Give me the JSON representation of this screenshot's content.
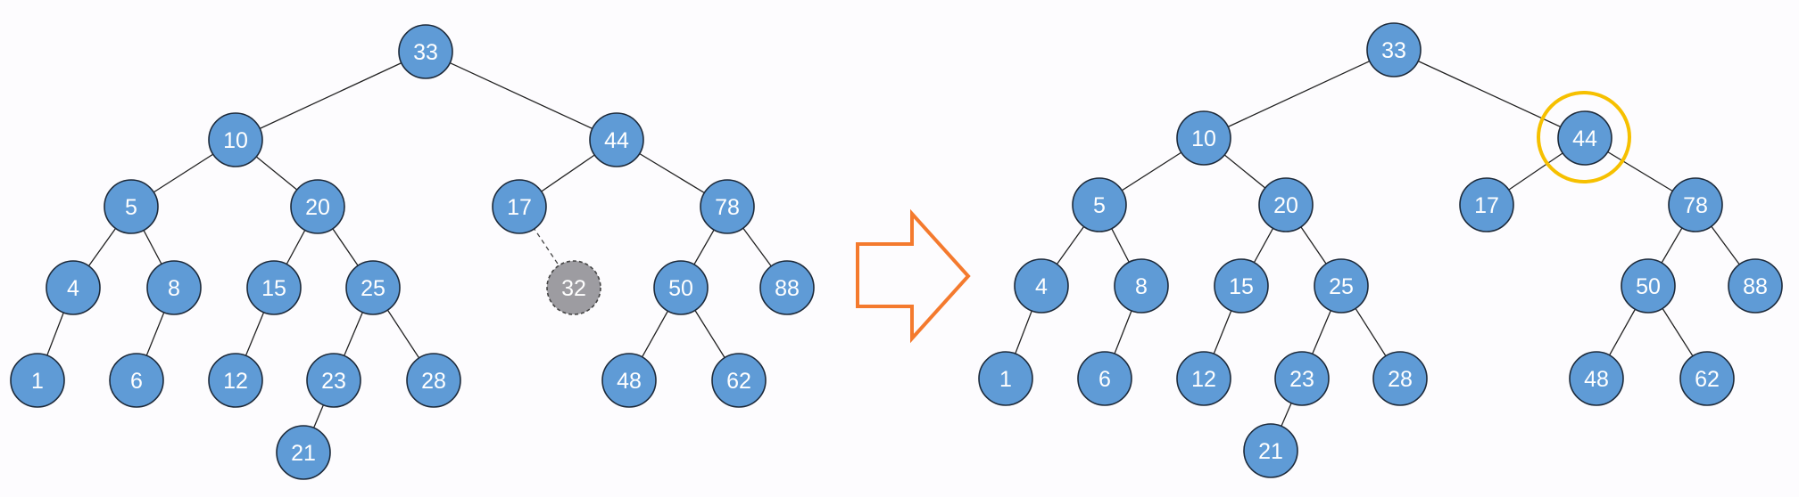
{
  "colors": {
    "node": "#5f9bd6",
    "removed_node": "#9d9ca1",
    "arrow": "#f47a2e",
    "highlight": "#f6c000"
  },
  "before": {
    "nodes": [
      "33",
      "10",
      "44",
      "5",
      "20",
      "17",
      "78",
      "4",
      "8",
      "15",
      "25",
      "32",
      "50",
      "88",
      "1",
      "6",
      "12",
      "23",
      "28",
      "48",
      "62",
      "21"
    ],
    "edges": [
      [
        "33",
        "10"
      ],
      [
        "33",
        "44"
      ],
      [
        "10",
        "5"
      ],
      [
        "10",
        "20"
      ],
      [
        "44",
        "17"
      ],
      [
        "44",
        "78"
      ],
      [
        "5",
        "4"
      ],
      [
        "5",
        "8"
      ],
      [
        "20",
        "15"
      ],
      [
        "20",
        "25"
      ],
      [
        "17",
        "32"
      ],
      [
        "78",
        "50"
      ],
      [
        "78",
        "88"
      ],
      [
        "4",
        "1"
      ],
      [
        "8",
        "6"
      ],
      [
        "15",
        "12"
      ],
      [
        "25",
        "23"
      ],
      [
        "25",
        "28"
      ],
      [
        "50",
        "48"
      ],
      [
        "50",
        "62"
      ],
      [
        "23",
        "21"
      ]
    ],
    "removed": "32"
  },
  "after": {
    "nodes": [
      "33",
      "10",
      "44",
      "5",
      "20",
      "17",
      "78",
      "4",
      "8",
      "15",
      "25",
      "50",
      "88",
      "1",
      "6",
      "12",
      "23",
      "28",
      "48",
      "62",
      "21"
    ],
    "edges": [
      [
        "33",
        "10"
      ],
      [
        "33",
        "44"
      ],
      [
        "10",
        "5"
      ],
      [
        "10",
        "20"
      ],
      [
        "44",
        "17"
      ],
      [
        "44",
        "78"
      ],
      [
        "5",
        "4"
      ],
      [
        "5",
        "8"
      ],
      [
        "20",
        "15"
      ],
      [
        "20",
        "25"
      ],
      [
        "78",
        "50"
      ],
      [
        "78",
        "88"
      ],
      [
        "4",
        "1"
      ],
      [
        "8",
        "6"
      ],
      [
        "15",
        "12"
      ],
      [
        "25",
        "23"
      ],
      [
        "25",
        "28"
      ],
      [
        "50",
        "48"
      ],
      [
        "50",
        "62"
      ],
      [
        "23",
        "21"
      ]
    ],
    "highlighted": "44"
  }
}
